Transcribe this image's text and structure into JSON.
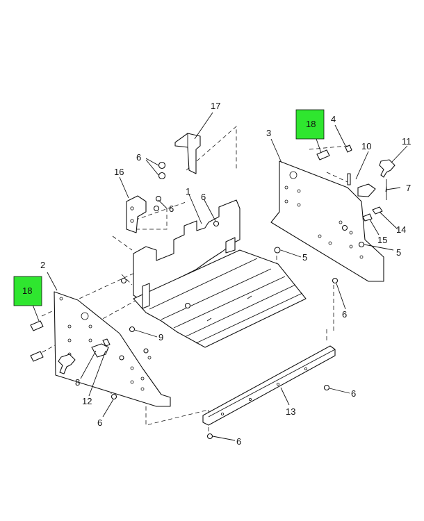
{
  "callouts": {
    "c1": "1",
    "c2": "2",
    "c3": "3",
    "c4": "4",
    "c5a": "5",
    "c5b": "5",
    "c6a": "6",
    "c6b": "6",
    "c6c": "6",
    "c6d": "6",
    "c6e": "6",
    "c6f": "6",
    "c6g": "6",
    "c7": "7",
    "c8": "8",
    "c9": "9",
    "c10": "10",
    "c11": "11",
    "c12": "12",
    "c13": "13",
    "c14": "14",
    "c15": "15",
    "c16": "16",
    "c17": "17",
    "c18a": "18",
    "c18b": "18"
  },
  "colors": {
    "highlight": "#2fe62f",
    "line": "#111111",
    "background": "#ffffff"
  }
}
